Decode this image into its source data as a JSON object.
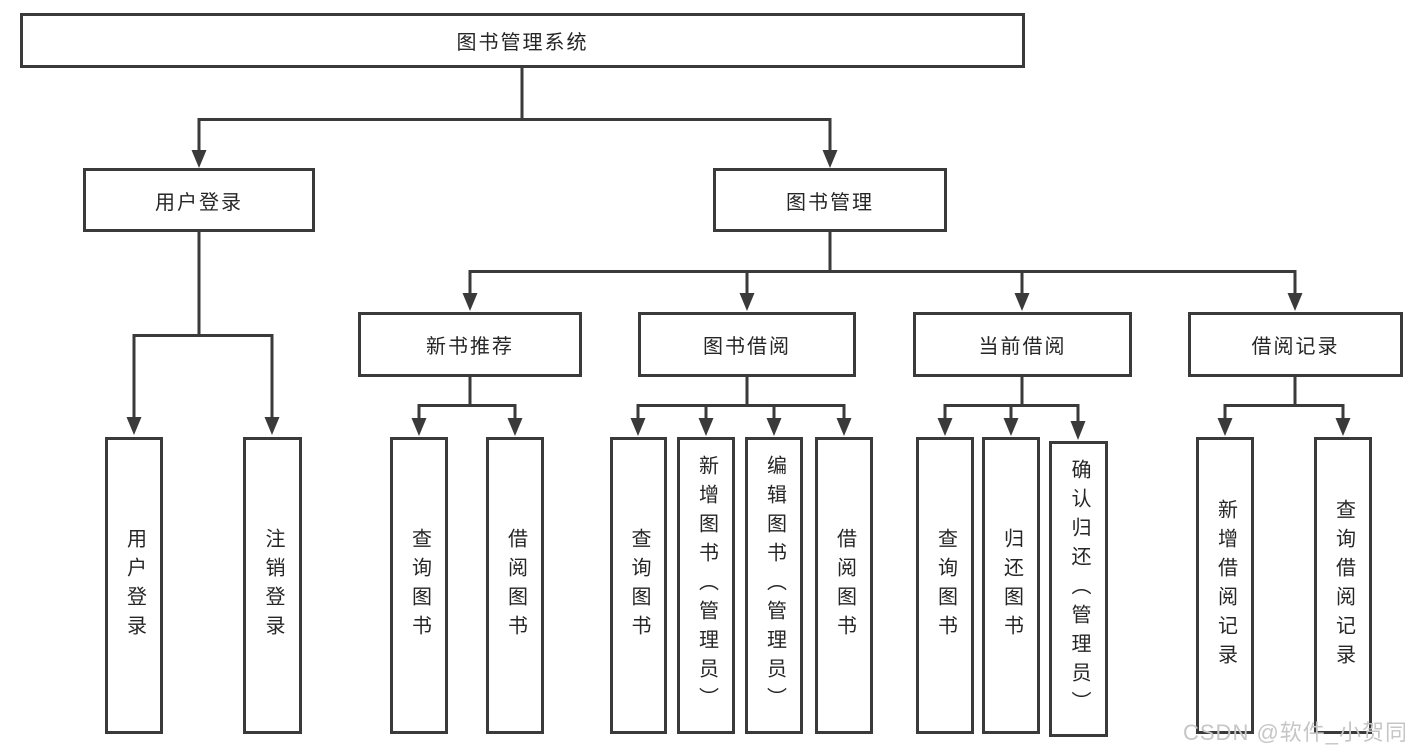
{
  "colors": {
    "background": "#ffffff",
    "line": "#3a3a3a",
    "box_border": "#3a3a3a",
    "box_fill": "#ffffff",
    "text": "#262626",
    "watermark": "#c6c6c6"
  },
  "tree": {
    "root": {
      "label": "图书管理系统"
    },
    "user_login": {
      "label": "用户登录",
      "children": [
        {
          "label": "用户登录"
        },
        {
          "label": "注销登录"
        }
      ]
    },
    "book_management": {
      "label": "图书管理",
      "sections": [
        {
          "label": "新书推荐",
          "children": [
            {
              "label": "查询图书"
            },
            {
              "label": "借阅图书"
            }
          ]
        },
        {
          "label": "图书借阅",
          "children": [
            {
              "label": "查询图书"
            },
            {
              "label": "新增图书（管理员）"
            },
            {
              "label": "编辑图书（管理员）"
            },
            {
              "label": "借阅图书"
            }
          ]
        },
        {
          "label": "当前借阅",
          "children": [
            {
              "label": "查询图书"
            },
            {
              "label": "归还图书"
            },
            {
              "label": "确认归还（管理员）"
            }
          ]
        },
        {
          "label": "借阅记录",
          "children": [
            {
              "label": "新增借阅记录"
            },
            {
              "label": "查询借阅记录"
            }
          ]
        }
      ]
    }
  },
  "watermark": {
    "text": "CSDN @软件_小贺同学"
  }
}
